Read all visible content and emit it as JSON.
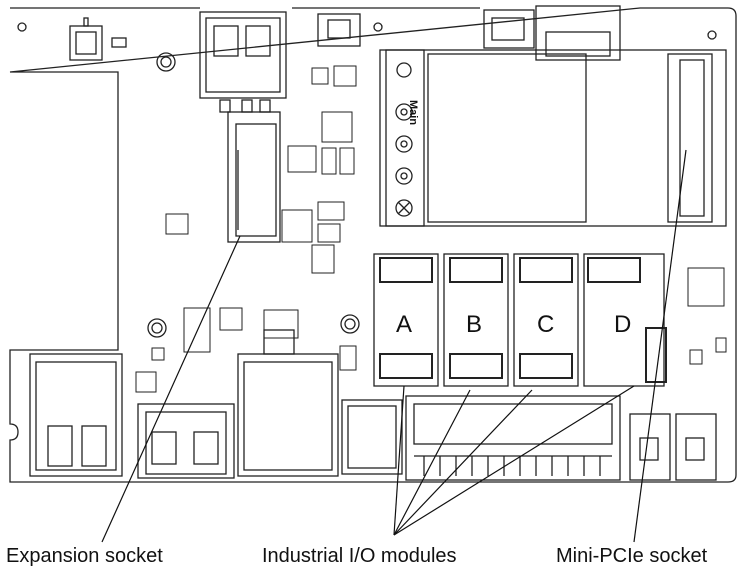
{
  "labels": {
    "expansion_socket": "Expansion socket",
    "industrial_io_modules": "Industrial I/O modules",
    "mini_pcie_socket": "Mini-PCIe socket"
  },
  "slots": {
    "a": "A",
    "b": "B",
    "c": "C",
    "d": "D"
  },
  "antenna_label": "Main"
}
